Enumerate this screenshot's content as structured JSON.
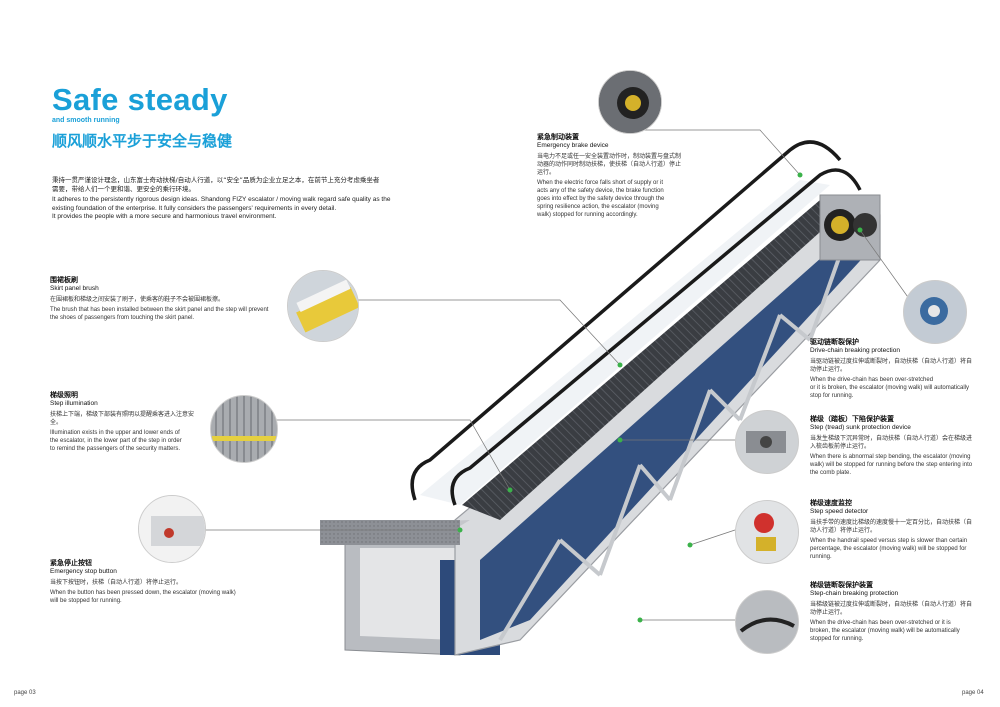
{
  "header": {
    "title": "Safe steady",
    "subtitle": "and smooth running",
    "title_cn": "顺风顺水平步于安全与稳健"
  },
  "intro": {
    "cn": "秉持一贯严谨设计理念，山东富士奇动扶梯/自动人行道，以“安全”品质为企业立足之本，在前节上充分考虑乘坐者需要，带给人们一个更和谐、更安全的乘行环境。",
    "en1": "It adheres to the persistently rigorous design ideas. Shandong FIZY escalator / moving walk regard safe quality as the",
    "en2": "existing foundation of the enterprise. It fully considers the passengers' requirements in every detail.",
    "en3": "It provides the people with a more secure and harmonious travel environment."
  },
  "sections": {
    "skirt": {
      "cn": "围裙板刷",
      "en": "Skirt panel brush",
      "body_cn": "在围裙板和梯级之间安装了刷子，使乘客的鞋子不会被围裙板擦。",
      "body_en1": "The brush that has been installed between the skirt panel and the step will prevent",
      "body_en2": "the shoes of passengers from touching the skirt panel."
    },
    "step_light": {
      "cn": "梯级照明",
      "en": "Step illumination",
      "body_cn": "扶梯上下端，梯级下部装有照明以提醒乘客进入注意安全。",
      "body_en1": "Illumination exists in the upper and lower ends of",
      "body_en2": "the escalator, in the lower part of the step in order",
      "body_en3": "to remind the passengers of the security matters."
    },
    "stop_button": {
      "cn": "紧急停止按钮",
      "en": "Emergency stop button",
      "body_cn": "当按下按钮时，扶梯（自动人行道）将停止运行。",
      "body_en1": "When the button has been pressed down, the escalator (moving walk)",
      "body_en2": "will be stopped for running."
    },
    "brake": {
      "cn": "紧急制动装置",
      "en": "Emergency brake device",
      "body_cn": "当电力不足或任一安全装置动作时，制动装置与盘式制动器的动作同时制动扶梯，使扶梯（自动人行道）停止运行。",
      "body_en1": "When the electric force falls short of supply or it",
      "body_en2": "acts any of the safety device, the brake function",
      "body_en3": "goes into effect by the safety device through the",
      "body_en4": "spring resilience action, the escalator (moving",
      "body_en5": "walk) stopped for running accordingly."
    },
    "drive_chain": {
      "cn": "驱动链断裂保护",
      "en": "Drive-chain breaking protection",
      "body_cn": "当驱动链被过度拉伸或断裂时，自动扶梯（自动人行道）将自动停止运行。",
      "body_en1": "When the drive-chain has been over-stretched",
      "body_en2": "or it is broken, the escalator (moving walk) will automatically",
      "body_en3": "stop for running."
    },
    "step_sunk": {
      "cn": "梯级（踏板）下陷保护装置",
      "en": "Step (tread) sunk protection device",
      "body_cn": "当发生梯级下沉异常时，自动扶梯（自动人行道）会在梯级进入梳齿板前停止运行。",
      "body_en1": "When there is abnormal step bending, the escalator (moving",
      "body_en2": "walk) will be stopped for running before the step entering into",
      "body_en3": "the comb plate."
    },
    "speed": {
      "cn": "梯级速度监控",
      "en": "Step speed detector",
      "body_cn": "当扶手带的速度比梯级的速度慢十一定百分比，自动扶梯（自动人行道）将停止运行。",
      "body_en1": "When the handrail speed versus step is slower than certain",
      "body_en2": "percentage, the escalator (moving walk) will be stopped for",
      "body_en3": "running."
    },
    "step_chain": {
      "cn": "梯级链断裂保护装置",
      "en": "Step-chain breaking protection",
      "body_cn": "当梯级链被过度拉伸或断裂时，自动扶梯（自动人行道）将自动停止运行。",
      "body_en1": "When the drive-chain has been over-stretched or it is",
      "body_en2": "broken, the escalator (moving walk) will be automatically",
      "body_en3": "stopped for running."
    }
  },
  "footer": {
    "page_left": "page 03",
    "page_right": "page 04"
  },
  "colors": {
    "accent": "#1aa0d8",
    "leader": "#3bb24a",
    "truss": "#c9ccd0"
  }
}
